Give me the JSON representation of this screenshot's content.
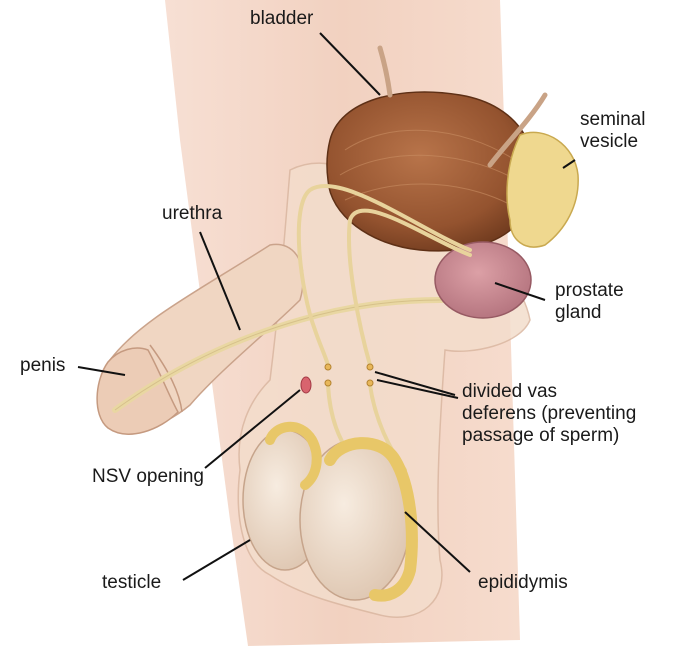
{
  "labels": {
    "bladder": "bladder",
    "seminal_vesicle": [
      "seminal",
      "vesicle"
    ],
    "urethra": "urethra",
    "prostate_gland": [
      "prostate",
      "gland"
    ],
    "penis": "penis",
    "divided_vas_deferens": [
      "divided vas",
      "deferens (preventing",
      "passage of sperm)"
    ],
    "nsv_opening": "NSV opening",
    "testicle": "testicle",
    "epididymis": "epididymis"
  },
  "colors": {
    "background": "#ffffff",
    "body_band": "#f2d2c2",
    "skin": "#f0dac8",
    "bladder": "#9a5a36",
    "seminal_vesicle": "#ecd58a",
    "prostate": "#c98890",
    "vas_deferens": "#ead9a6",
    "testicle": "#efe0cf",
    "epididymis": "#e9c86a",
    "opening": "#d8646e",
    "leader_line": "#111111"
  }
}
